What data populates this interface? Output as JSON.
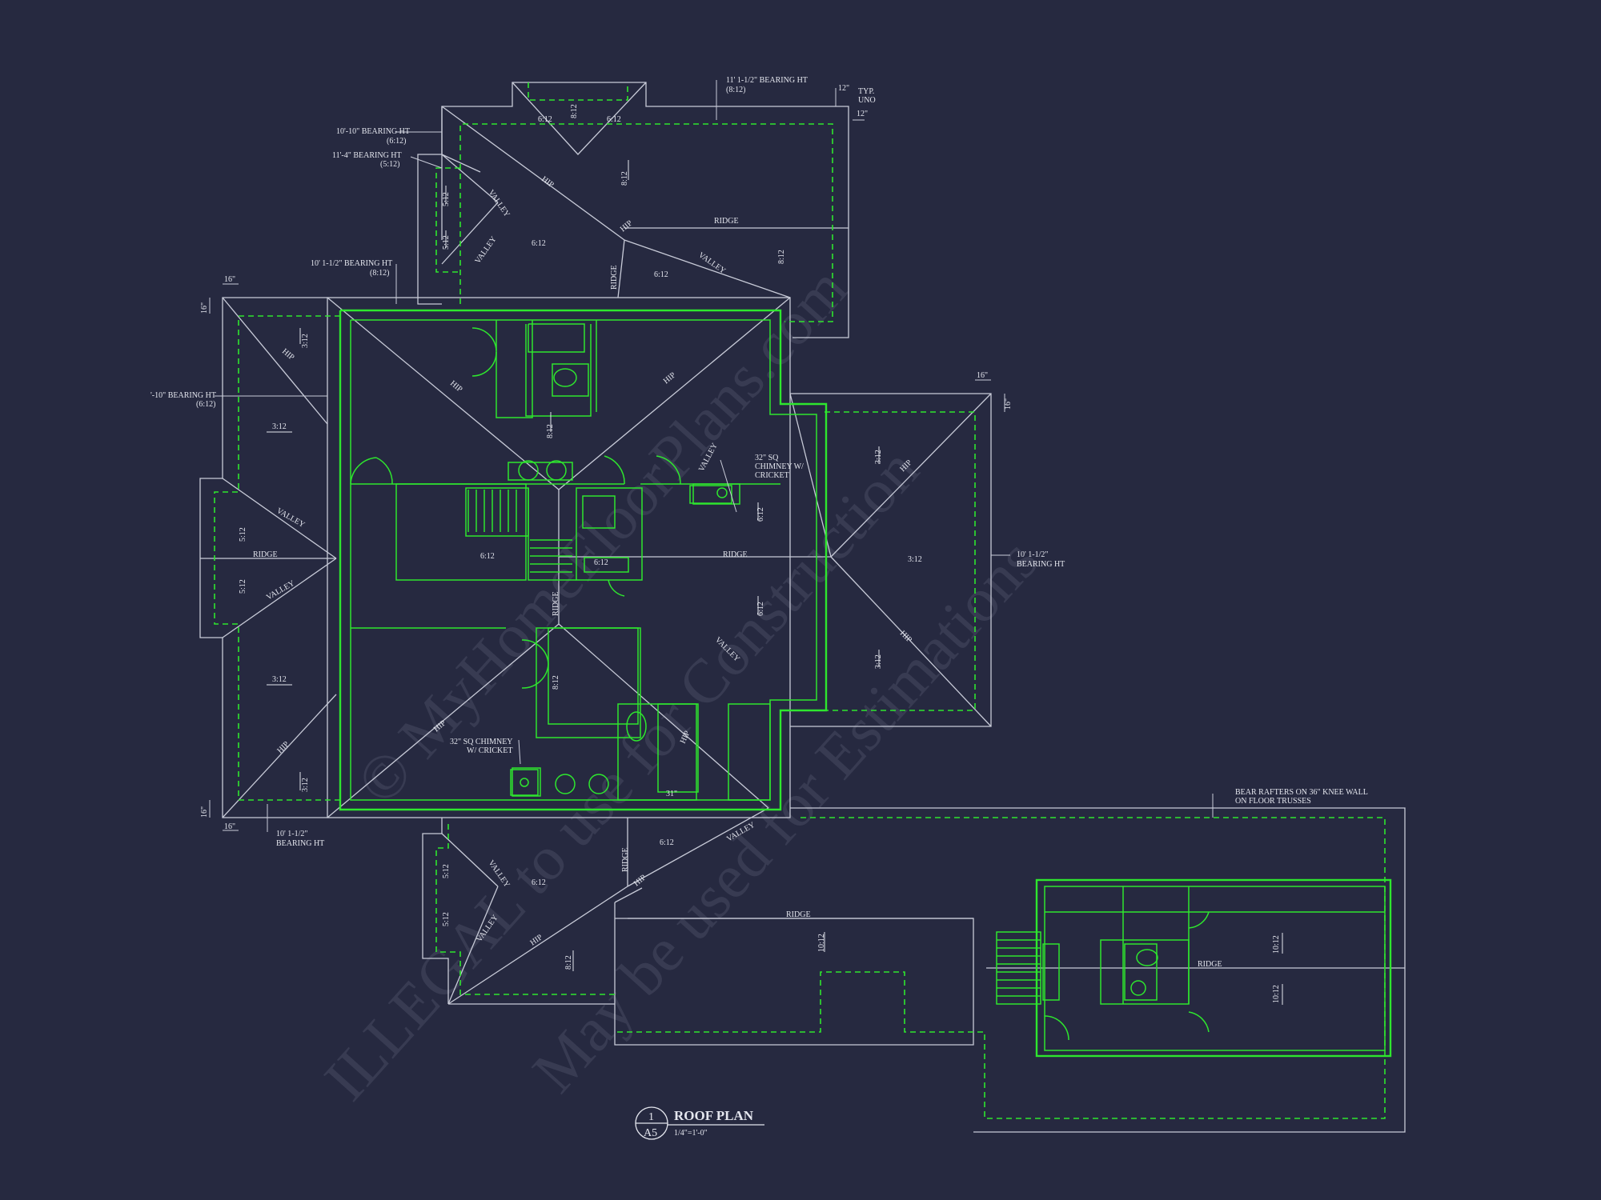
{
  "drawing": {
    "title": "ROOF PLAN",
    "scale": "1/4\"=1'-0\"",
    "sheet": "A5",
    "detail_number": "1"
  },
  "watermark": {
    "line1": "© MyHomeFloorPlans.com",
    "line2": "ILLEGAL to use for Construction",
    "line3": "May be used for Estimations"
  },
  "notes": {
    "bearing_top": "11' 1-1/2\" BEARING HT",
    "bearing_top_pitch": "(8:12)",
    "bearing_1010": "10'-10\" BEARING HT",
    "bearing_1010_pitch": "(6:12)",
    "bearing_114": "11'-4\" BEARING HT",
    "bearing_114_pitch": "(5:12)",
    "bearing_101_upper": "10' 1-1/2\" BEARING HT",
    "bearing_101_upper_pitch": "(8:12)",
    "bearing_left": "'-10\" BEARING HT",
    "bearing_left_pitch": "(6:12)",
    "bearing_right_1": "10' 1-1/2\"",
    "bearing_right_2": "BEARING HT",
    "bearing_bottom_1": "10' 1-1/2\"",
    "bearing_bottom_2": "BEARING HT",
    "typ_1": "TYP.",
    "typ_2": "UNO",
    "dim_12": "12\"",
    "dim_16": "16\"",
    "chimney_upper_1": "32\" SQ",
    "chimney_upper_2": "CHIMNEY W/",
    "chimney_upper_3": "CRICKET",
    "chimney_lower_1": "32\" SQ CHIMNEY",
    "chimney_lower_2": "W/ CRICKET",
    "knee_wall_1": "BEAR RAFTERS ON 36\" KNEE WALL",
    "knee_wall_2": "ON FLOOR TRUSSES",
    "dim_31": "31\""
  },
  "labels": {
    "ridge": "RIDGE",
    "hip": "HIP",
    "valley": "VALLEY",
    "p312": "3:12",
    "p512": "5:12",
    "p612": "6:12",
    "p812": "8:12",
    "p1012": "10:12"
  }
}
